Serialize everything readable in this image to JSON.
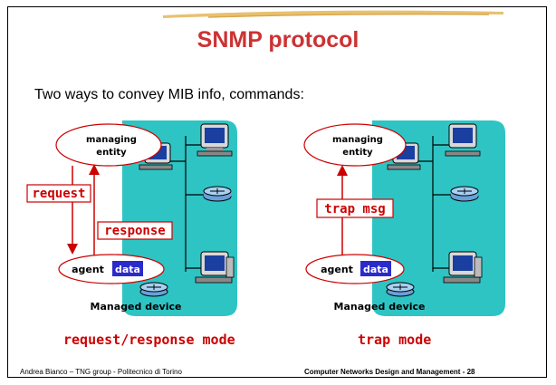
{
  "slide": {
    "title": "SNMP protocol",
    "subtitle": "Two ways to convey MIB info, commands:",
    "footer_left": "Andrea Bianco – TNG group - Politecnico di Torino",
    "footer_right": "Computer Networks Design and Management - 28"
  },
  "left_diagram": {
    "manager_label": "managing entity",
    "manager_line1": "managing",
    "manager_line2": "entity",
    "request_label": "request",
    "response_label": "response",
    "agent_label": "agent",
    "data_label": "data",
    "device_label": "Managed device",
    "mode_label": "request/response mode"
  },
  "right_diagram": {
    "manager_line1": "managing",
    "manager_line2": "entity",
    "trap_label": "trap msg",
    "agent_label": "agent",
    "data_label": "data",
    "device_label": "Managed device",
    "mode_label": "trap mode"
  },
  "colors": {
    "title": "#cc3333",
    "network_bg": "#2ec4c4",
    "arrow_red": "#cc0000",
    "data_box": "#2b2bcc",
    "ellipse_border": "#cc0000"
  }
}
